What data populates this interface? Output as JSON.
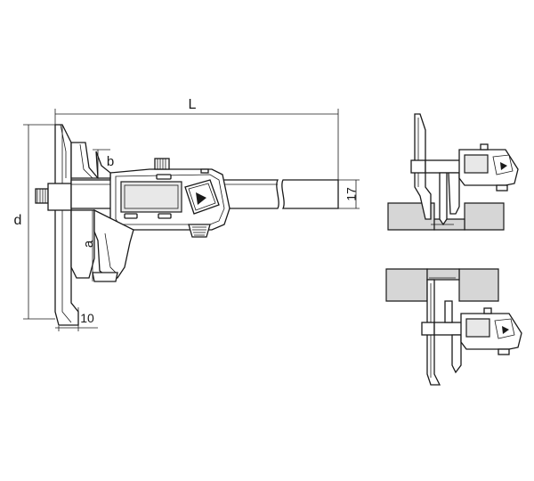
{
  "dimensions": {
    "length_label": "L",
    "depth_label": "d",
    "jaw_a_label": "a",
    "jaw_b_label": "b",
    "beam_height_label": "17",
    "base_offset_label": "10"
  },
  "colors": {
    "line": "#1a1a1a",
    "workpiece": "#d6d6d6",
    "body_light": "#e8e8e8",
    "background": "#ffffff"
  }
}
